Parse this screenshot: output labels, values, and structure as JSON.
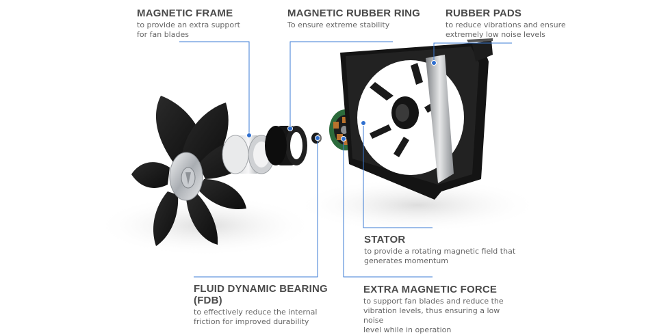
{
  "colors": {
    "leader": "#3b7bd4",
    "dot": "#2f6fcf",
    "title": "#4a4a4a",
    "desc": "#666666",
    "blade": "#1c1c1c",
    "frame": "#151515",
    "hub": "#b9bcc0",
    "stator_green": "#2c6b3c",
    "copper": "#b9722d"
  },
  "labels": {
    "magnetic_frame": {
      "title": "MAGNETIC FRAME",
      "desc": [
        "to provide an extra support",
        "for fan blades"
      ]
    },
    "rubber_ring": {
      "title": "MAGNETIC RUBBER RING",
      "desc": [
        "To ensure extreme stability"
      ]
    },
    "rubber_pads": {
      "title": "RUBBER PADS",
      "desc": [
        "to reduce vibrations and ensure",
        "extremely low noise levels"
      ]
    },
    "stator": {
      "title": "STATOR",
      "desc": [
        "to provide a rotating magnetic field that",
        "generates momentum"
      ]
    },
    "fdb": {
      "title": "FLUID DYNAMIC BEARING",
      "title2": "(FDB)",
      "desc": [
        "to effectively reduce the internal",
        "friction for improved durability"
      ]
    },
    "extra_magnetic": {
      "title": "EXTRA MAGNETIC FORCE",
      "desc": [
        "to support fan blades and reduce the",
        "vibration levels, thus ensuring a low noise",
        "level while in operation"
      ]
    }
  }
}
